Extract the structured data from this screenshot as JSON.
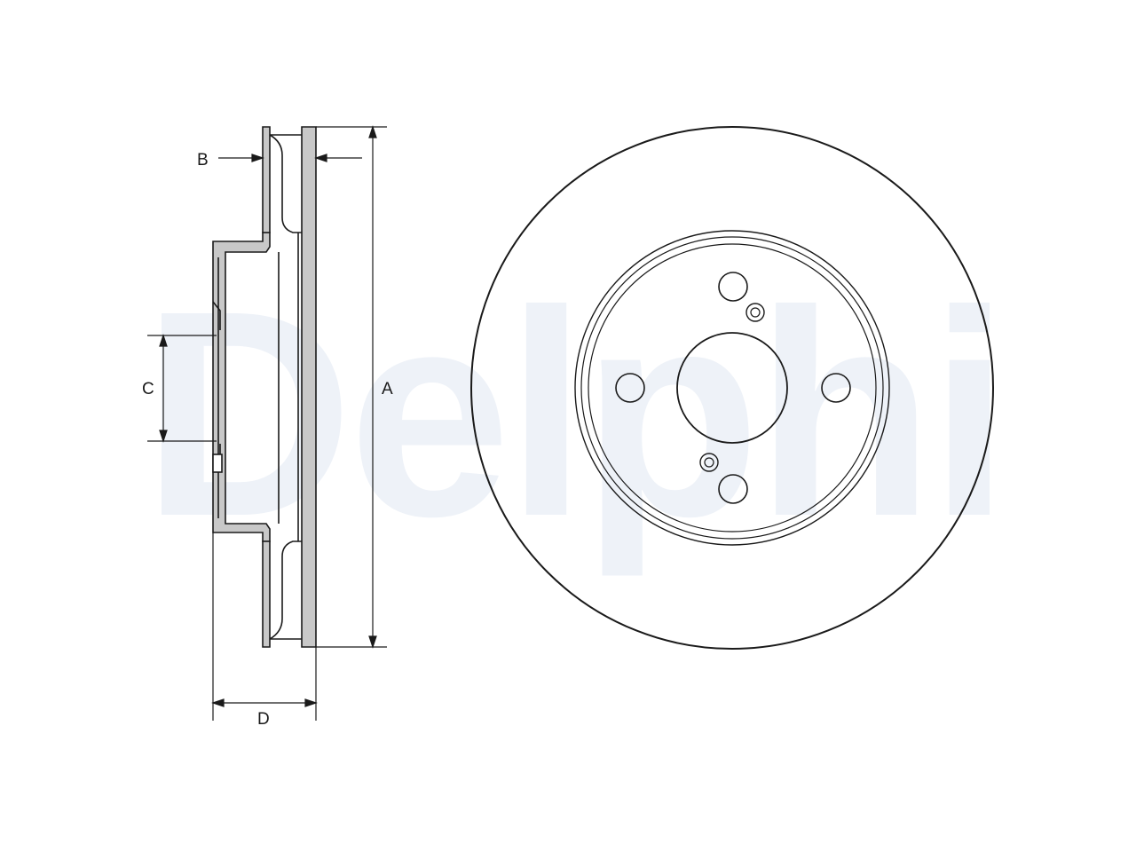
{
  "watermark": {
    "text": "Delphi"
  },
  "dimensions": {
    "a": "A",
    "b": "B",
    "c": "C",
    "d": "D"
  },
  "colors": {
    "line": "#1a1a1a",
    "section_fill": "#c8c8c8",
    "watermark": "#eef2f8",
    "background": "#ffffff"
  }
}
